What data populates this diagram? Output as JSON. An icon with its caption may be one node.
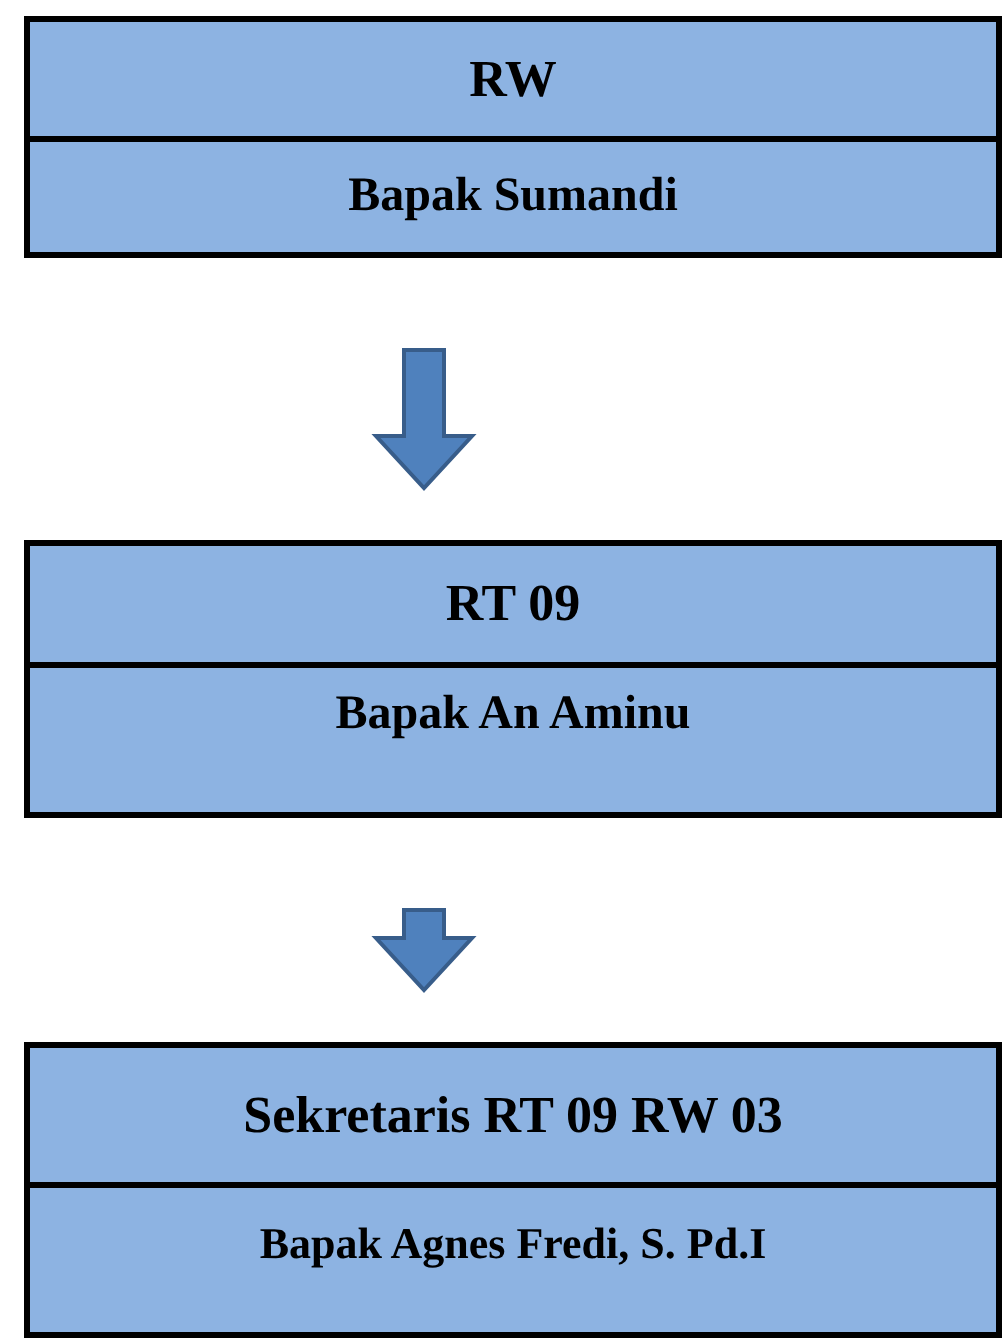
{
  "diagram": {
    "nodes": [
      {
        "text": [
          "RW",
          "Bapak Sumandi"
        ]
      },
      {
        "text": [
          "RT 09",
          "Bapak An Aminu"
        ]
      },
      {
        "text": [
          "Sekretaris RT 09 RW 03",
          "Bapak Agnes Fredi, S. Pd.I"
        ]
      }
    ],
    "edges": [
      {
        "from": 0,
        "to": 1,
        "arrow": "to"
      },
      {
        "from": 1,
        "to": 2,
        "arrow": "to"
      }
    ]
  }
}
